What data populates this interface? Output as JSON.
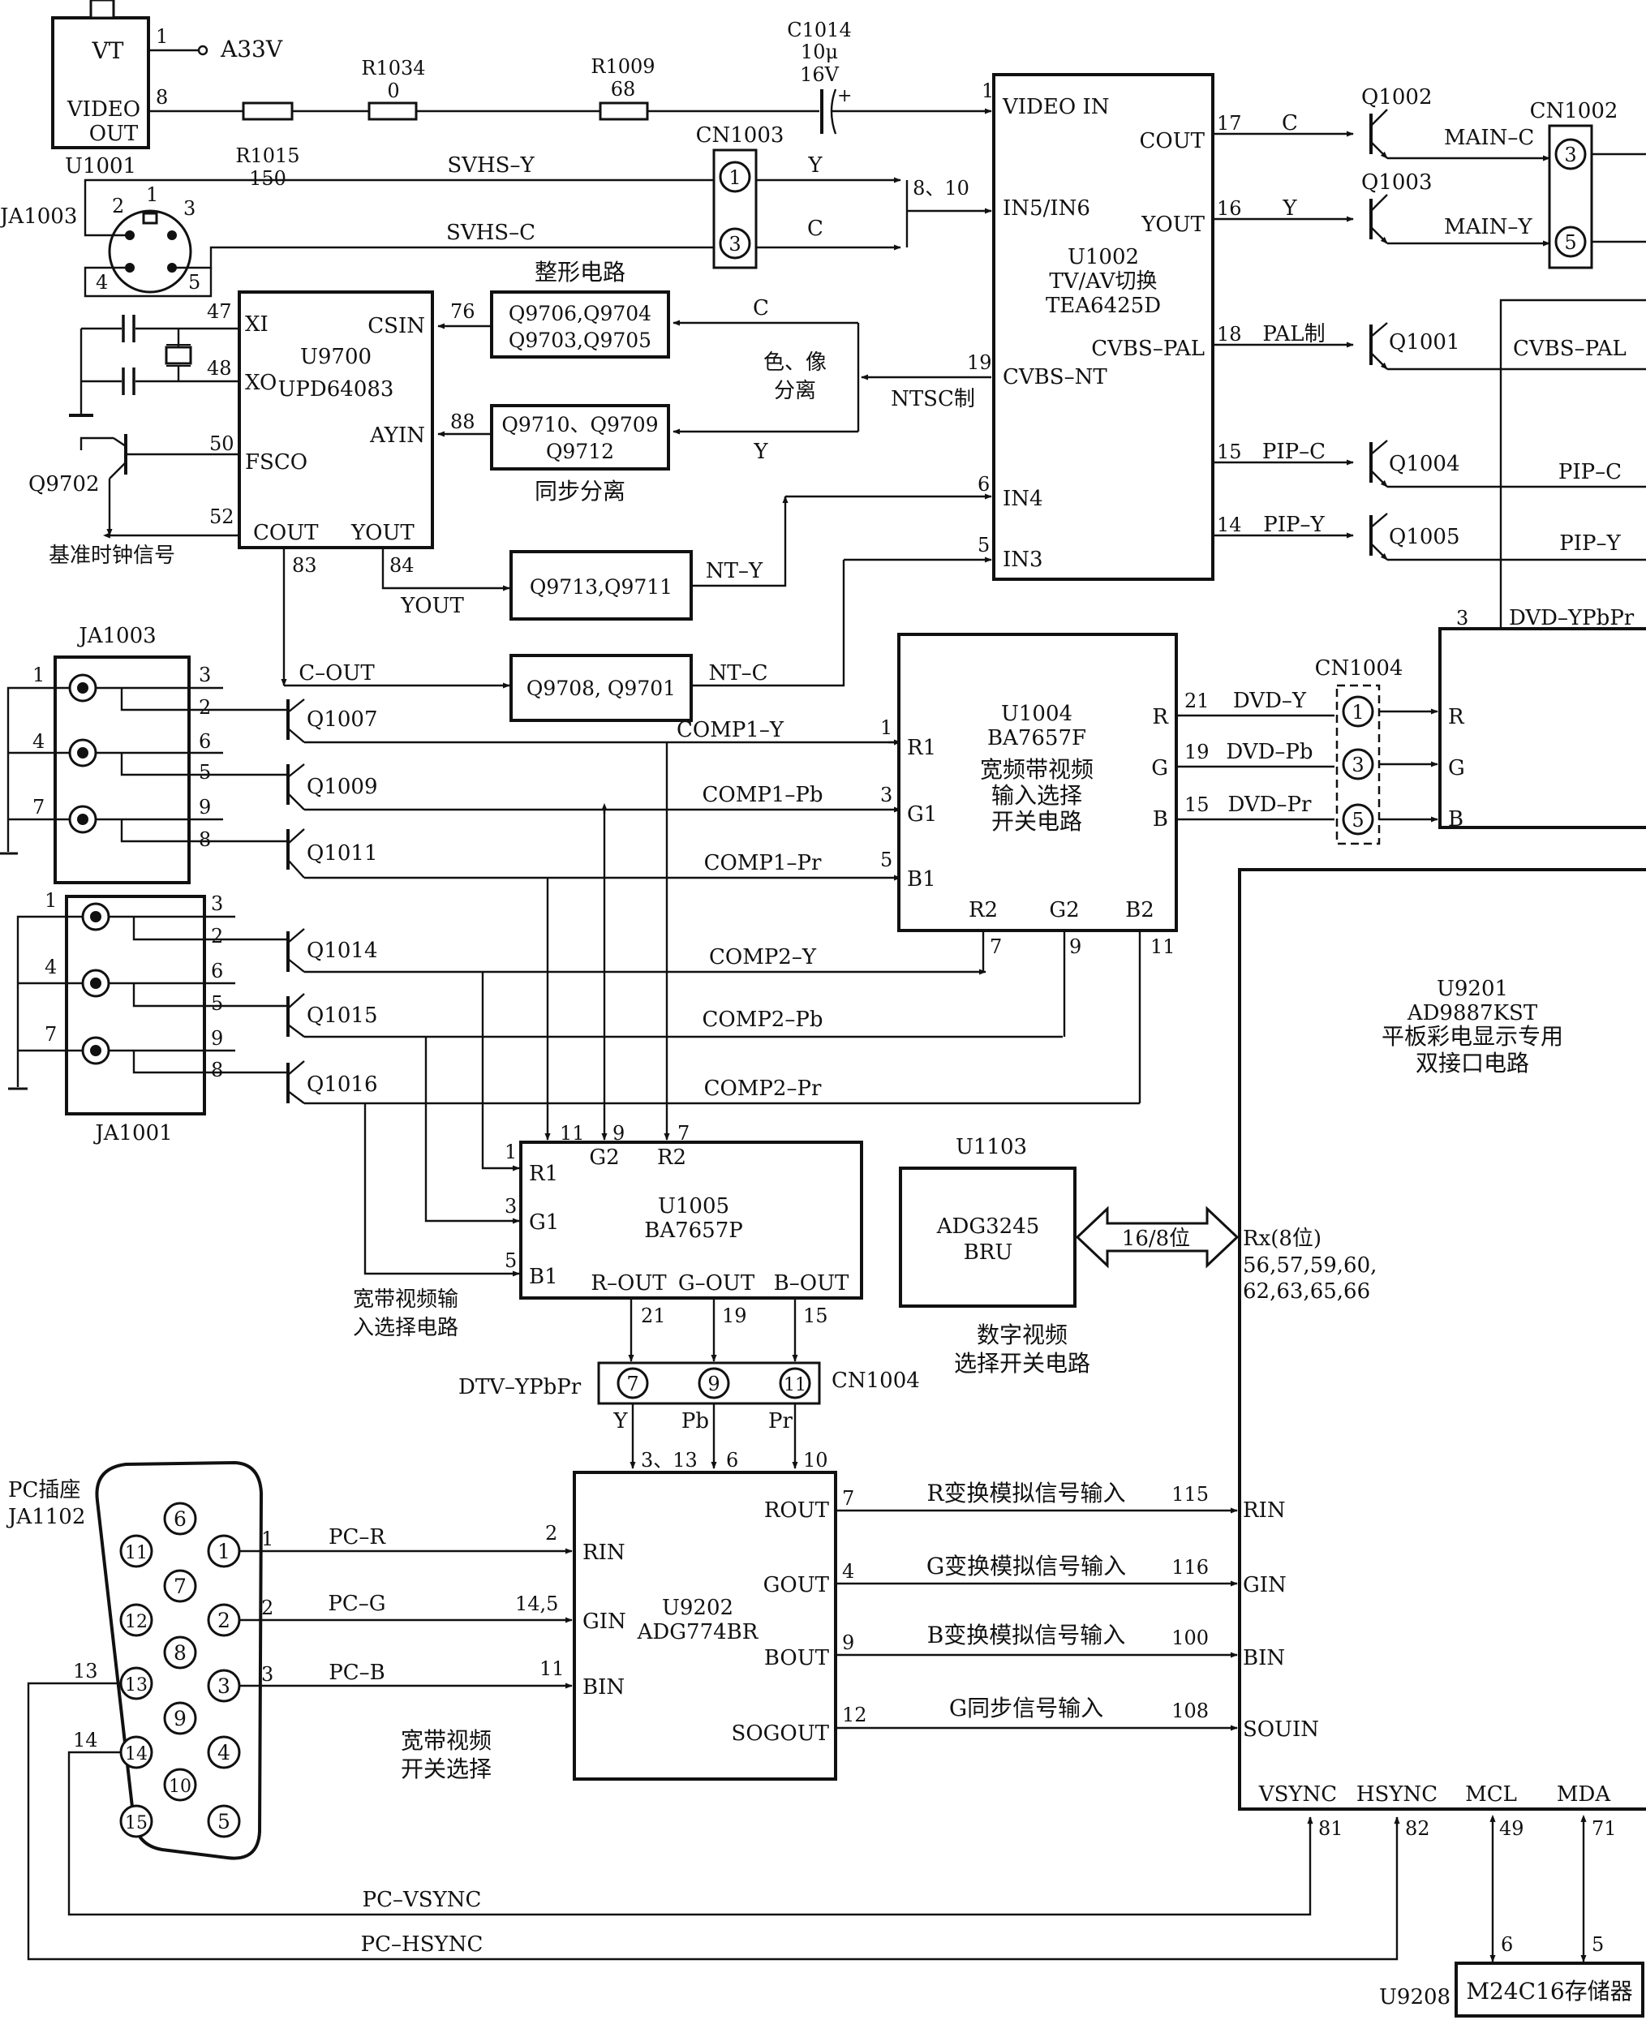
{
  "u1001": {
    "ref": "U1001",
    "pin_vt": "VT",
    "pin_video1": "VIDEO",
    "pin_video2": "OUT",
    "n1": "1",
    "n8": "8",
    "a33v": "A33V"
  },
  "resistors": {
    "r1015_ref": "R1015",
    "r1015_val": "150",
    "r1034_ref": "R1034",
    "r1034_val": "0",
    "r1009_ref": "R1009",
    "r1009_val": "68"
  },
  "cap": {
    "ref": "C1014",
    "val1": "10μ",
    "val2": "16V",
    "plus": "+"
  },
  "ja1003s": {
    "ref": "JA1003",
    "p1": "1",
    "p2": "2",
    "p3": "3",
    "p4": "4",
    "p5": "5"
  },
  "svhs": {
    "y": "SVHS–Y",
    "c": "SVHS–C"
  },
  "cn1003": {
    "ref": "CN1003",
    "p1": "1",
    "p3": "3",
    "y": "Y",
    "c": "C"
  },
  "u1002": {
    "ref": "U1002",
    "desc": "TV/AV切换",
    "part": "TEA6425D",
    "video_in": "VIDEO IN",
    "in56": "IN5/IN6",
    "cvbs_nt": "CVBS–NT",
    "in4": "IN4",
    "in3": "IN3",
    "cout": "COUT",
    "yout": "YOUT",
    "cvbs_pal": "CVBS–PAL",
    "n1": "1",
    "n810": "8、10",
    "n19": "19",
    "n6": "6",
    "n5": "5",
    "n17": "17",
    "n16": "16",
    "n18": "18",
    "n15": "15",
    "n14": "14",
    "c": "C",
    "y": "Y",
    "pal": "PAL制",
    "pipc": "PIP–C",
    "pipy": "PIP–Y"
  },
  "q_right": {
    "q1002": "Q1002",
    "q1003": "Q1003",
    "q1001": "Q1001",
    "q1004": "Q1004",
    "q1005": "Q1005"
  },
  "cn1002": {
    "ref": "CN1002",
    "p3": "3",
    "p5": "5",
    "mainc": "MAIN–C",
    "mainy": "MAIN–Y"
  },
  "right_bus": {
    "cvbs_pal": "CVBS–PAL",
    "pipc": "PIP–C",
    "pipy": "PIP–Y",
    "n3": "3",
    "dvd": "DVD–YPbPr",
    "r": "R",
    "g": "G",
    "b": "B"
  },
  "shaping": {
    "title": "整形电路",
    "l1": "Q9706,Q9704",
    "l2": "Q9703,Q9705",
    "c": "C"
  },
  "sep": {
    "l1": "Q9710、Q9709",
    "l2": "Q9712",
    "title": "同步分离",
    "y": "Y",
    "cy1": "色、像",
    "cy2": "分离",
    "ntsc": "NTSC制"
  },
  "u9700": {
    "ref": "U9700",
    "part": "UPD64083",
    "xi": "XI",
    "xo": "XO",
    "fsco": "FSCO",
    "csin": "CSIN",
    "ayin": "AYIN",
    "cout": "COUT",
    "yout": "YOUT",
    "n47": "47",
    "n48": "48",
    "n50": "50",
    "n52": "52",
    "n76": "76",
    "n88": "88",
    "n83": "83",
    "n84": "84",
    "q9702": "Q9702",
    "clock": "基准时钟信号"
  },
  "yout_label": "YOUT",
  "q9713": {
    "label": "Q9713,Q9711",
    "nty": "NT–Y"
  },
  "q9708": {
    "label": "Q9708, Q9701",
    "ntc": "NT–C",
    "cout": "C–OUT"
  },
  "ja1003": {
    "ref": "JA1003",
    "p1": "1",
    "p2": "2",
    "p3": "3",
    "p4": "4",
    "p5": "5",
    "p6": "6",
    "p7": "7",
    "p8": "8",
    "p9": "9"
  },
  "ja1001": {
    "ref": "JA1001",
    "p1": "1",
    "p2": "2",
    "p3": "3",
    "p4": "4",
    "p5": "5",
    "p6": "6",
    "p7": "7",
    "p8": "8",
    "p9": "9"
  },
  "q_mid": {
    "q1007": "Q1007",
    "q1009": "Q1009",
    "q1011": "Q1011",
    "q1014": "Q1014",
    "q1015": "Q1015",
    "q1016": "Q1016"
  },
  "comp": {
    "c1y": "COMP1–Y",
    "c1pb": "COMP1–Pb",
    "c1pr": "COMP1–Pr",
    "c2y": "COMP2–Y",
    "c2pb": "COMP2–Pb",
    "c2pr": "COMP2–Pr"
  },
  "u1004": {
    "ref": "U1004",
    "part": "BA7657F",
    "d1": "宽频带视频",
    "d2": "输入选择",
    "d3": "开关电路",
    "r1": "R1",
    "g1": "G1",
    "b1": "B1",
    "r2": "R2",
    "g2": "G2",
    "b2": "B2",
    "r": "R",
    "g": "G",
    "b": "B",
    "n1": "1",
    "n3": "3",
    "n5": "5",
    "n7": "7",
    "n9": "9",
    "n11": "11",
    "n21": "21",
    "n19": "19",
    "n15": "15",
    "dvdy": "DVD–Y",
    "dvdpb": "DVD–Pb",
    "dvdpr": "DVD–Pr"
  },
  "cn1004a": {
    "ref": "CN1004",
    "p1": "1",
    "p3": "3",
    "p5": "5"
  },
  "u1005": {
    "ref": "U1005",
    "part": "BA7657P",
    "r1": "R1",
    "g1": "G1",
    "b1": "B1",
    "g2": "G2",
    "r2": "R2",
    "rout": "R–OUT",
    "gout": "G–OUT",
    "bout": "B–OUT",
    "n1": "1",
    "n3": "3",
    "n5": "5",
    "n11": "11",
    "n9": "9",
    "n7": "7",
    "n21": "21",
    "n19": "19",
    "n15": "15",
    "d1": "宽带视频输",
    "d2": "入选择电路"
  },
  "u1103": {
    "ref": "U1103",
    "part": "ADG3245",
    "part2": "BRU",
    "bus": "16/8位",
    "d1": "数字视频",
    "d2": "选择开关电路"
  },
  "u9201": {
    "ref": "U9201",
    "part": "AD9887KST",
    "d1": "平板彩电显示专用",
    "d2": "双接口电路",
    "rx": "Rx(8位)",
    "rxp1": "56,57,59,60,",
    "rxp2": "62,63,65,66",
    "rin": "RIN",
    "gin": "GIN",
    "bin": "BIN",
    "souin": "SOUIN",
    "vsync": "VSYNC",
    "hsync": "HSYNC",
    "mcl": "MCL",
    "mda": "MDA",
    "n115": "115",
    "n116": "116",
    "n100": "100",
    "n108": "108",
    "n81": "81",
    "n82": "82",
    "n49": "49",
    "n71": "71"
  },
  "cn1004b": {
    "ref": "CN1004",
    "dtv": "DTV–YPbPr",
    "p7": "7",
    "p9": "9",
    "p11": "11",
    "y": "Y",
    "pb": "Pb",
    "pr": "Pr"
  },
  "u9202": {
    "ref": "U9202",
    "part": "ADG774BR",
    "rin": "RIN",
    "gin": "GIN",
    "bin": "BIN",
    "rout": "ROUT",
    "gout": "GOUT",
    "bout": "BOUT",
    "sogout": "SOGOUT",
    "n313": "3、13",
    "n6": "6",
    "n10": "10",
    "n2": "2",
    "n145": "14,5",
    "n11": "11",
    "n7": "7",
    "n4": "4",
    "n9": "9",
    "n12": "12",
    "rsig": "R变换模拟信号输入",
    "gsig": "G变换模拟信号输入",
    "bsig": "B变换模拟信号输入",
    "ssig": "G同步信号输入",
    "d1": "宽带视频",
    "d2": "开关选择"
  },
  "pc": {
    "title1": "PC插座",
    "title2": "JA1102",
    "pins": [
      "1",
      "2",
      "3",
      "4",
      "5",
      "6",
      "7",
      "8",
      "9",
      "10",
      "11",
      "12",
      "13",
      "14",
      "15"
    ],
    "n1": "1",
    "n2": "2",
    "n3": "3",
    "n13": "13",
    "n14": "14",
    "pcr": "PC–R",
    "pcg": "PC–G",
    "pcb": "PC–B",
    "vsync": "PC–VSYNC",
    "hsync": "PC–HSYNC"
  },
  "u9208": {
    "ref": "U9208",
    "part": "M24C16存储器",
    "n6": "6",
    "n5": "5"
  }
}
